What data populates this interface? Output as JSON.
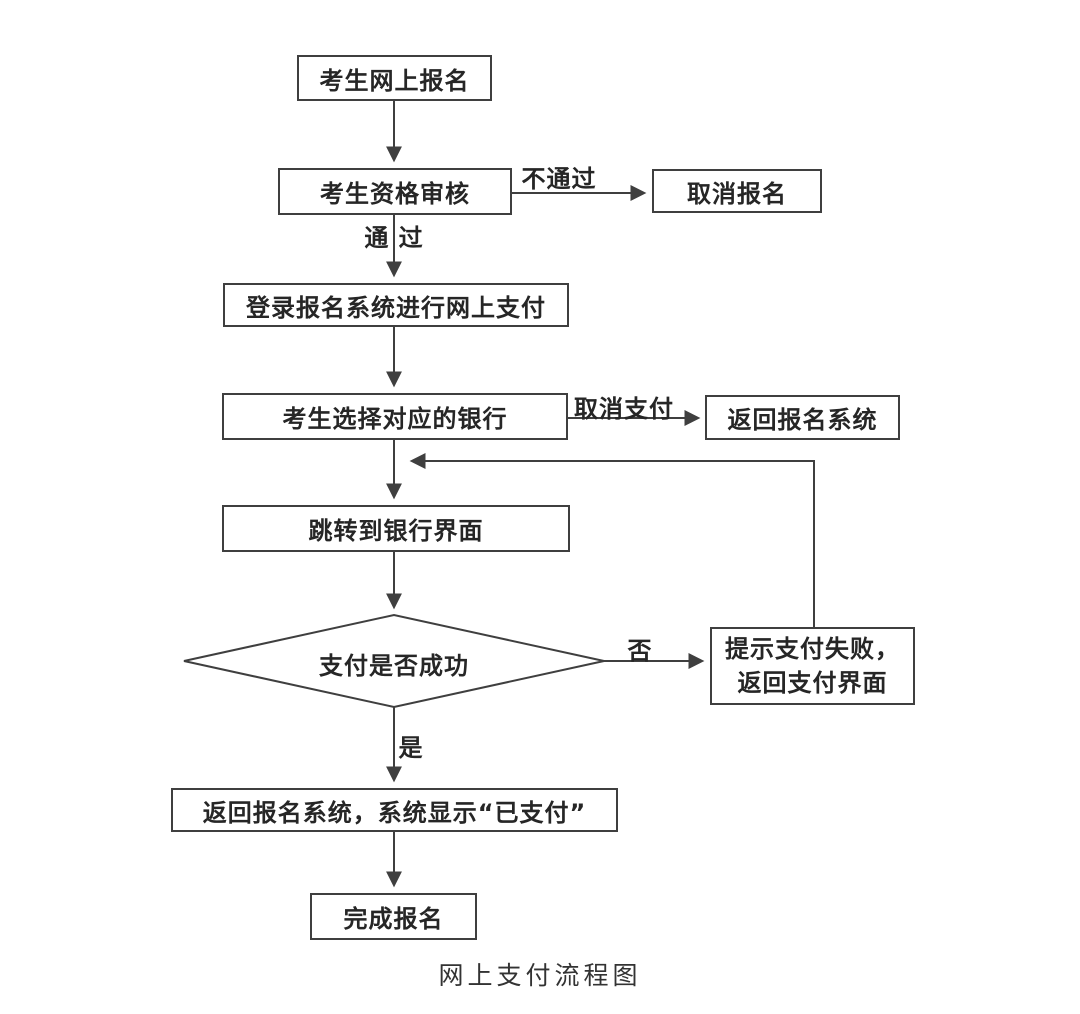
{
  "page": {
    "background_color": "#ffffff",
    "line_color": "#3f3f3f",
    "text_color": "#262626"
  },
  "diagram": {
    "caption": "网上支付流程图",
    "nodes": {
      "register": {
        "label": "考生网上报名"
      },
      "review": {
        "label": "考生资格审核"
      },
      "cancel": {
        "label": "取消报名"
      },
      "login_pay": {
        "label": "登录报名系统进行网上支付"
      },
      "select_bank": {
        "label": "考生选择对应的银行"
      },
      "return_system": {
        "label": "返回报名系统"
      },
      "bank_page": {
        "label": "跳转到银行界面"
      },
      "pay_success": {
        "label": "支付是否成功"
      },
      "fail_prompt": {
        "line1": "提示支付失败，",
        "line2": "返回支付界面"
      },
      "return_paid": {
        "label": "返回报名系统，系统显示“已支付”"
      },
      "complete": {
        "label": "完成报名"
      }
    },
    "edge_labels": {
      "not_pass": "不通过",
      "pass": "通 过",
      "cancel_pay": "取消支付",
      "no": "否",
      "yes": "是"
    }
  }
}
